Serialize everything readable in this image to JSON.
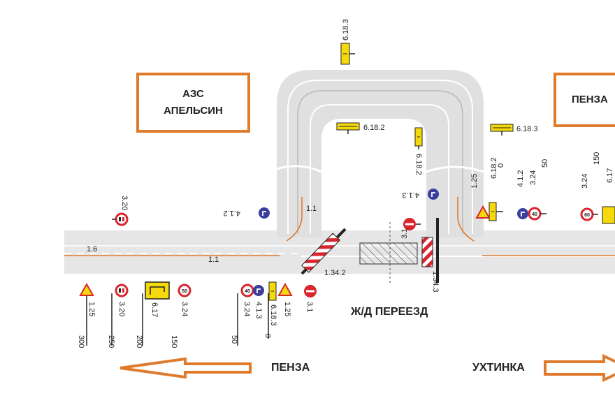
{
  "boxes": {
    "azs_line1": "АЗС",
    "azs_line2": "АПЕЛЬСИН",
    "penza_cut": "ПЕНЗА"
  },
  "captions": {
    "crossing": "Ж/Д ПЕРЕЕЗД",
    "dir_left": "ПЕНЗА",
    "dir_right": "УХТИНКА"
  },
  "markings": {
    "m16": "1.6",
    "m11_left": "1.1",
    "m11_curve": "1.1",
    "m1342": "1.34.2",
    "m1343": "1.34.3"
  },
  "signs": {
    "s6183_top": "6.18.3",
    "s6182_inner_h": "6.18.2",
    "s6182_inner_v": "6.18.2",
    "s6183_right_h": "6.18.3",
    "s412_left": "4.1.2",
    "s413_inner": "4.1.3",
    "s31_up": "3.1",
    "s320_left": "3.20",
    "s125_r": "1.25",
    "s6182_r": "6.18.2",
    "s0_r": "0",
    "s412_r": "4.1.2",
    "s324_r": "3.24",
    "s50_r": "50",
    "s324_rr": "3.24",
    "s150_rr": "150",
    "s617_cut": "6.17",
    "b125": "1.25",
    "b300": "300",
    "b320": "3.20",
    "b250": "250",
    "b617": "6.17",
    "b200": "200",
    "b324": "3.24",
    "b150": "150",
    "b324b": "3.24",
    "b50": "50",
    "b413": "4.1.3",
    "b0": "0",
    "b6183": "6.18.3",
    "b125b": "1.25",
    "b31": "3.1"
  },
  "sign_faces": {
    "speed40": "40",
    "speed50": "50",
    "speed60": "60"
  },
  "colors": {
    "outline": "#e07b2c",
    "road": "#e8e8e8",
    "sign_red": "#d8262e",
    "sign_blue": "#3a3f9e",
    "sign_yellow": "#f5d90a"
  }
}
